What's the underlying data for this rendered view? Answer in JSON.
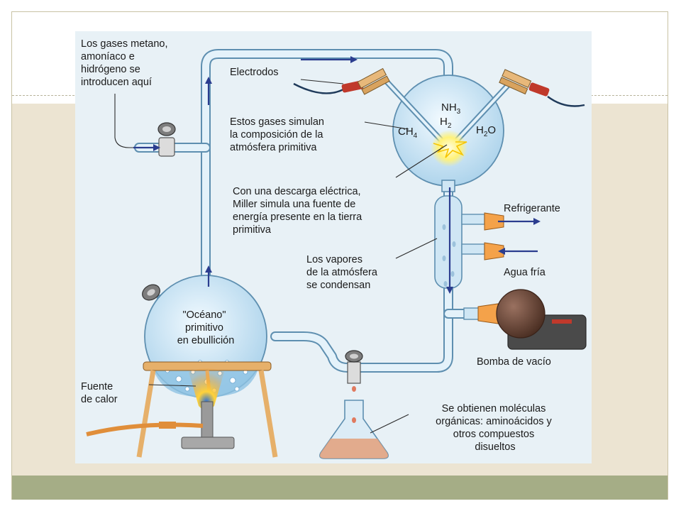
{
  "labels": {
    "gases_inlet": [
      "Los gases metano,",
      "amoníaco e",
      "hidrógeno se",
      "introducen aquí"
    ],
    "electrodes": "Electrodos",
    "gases_simulate": [
      "Estos gases simulan",
      "la composición de la",
      "atmósfera primitiva"
    ],
    "discharge": [
      "Con una descarga eléctrica,",
      "Miller simula una fuente de",
      "energía presente en la tierra",
      "primitiva"
    ],
    "coolant": "Refrigerante",
    "cold_water": "Agua fría",
    "vapors": [
      "Los vapores",
      "de la atmósfera",
      "se condensan"
    ],
    "vacuum_pump": "Bomba de vacío",
    "ocean": [
      "\"Océano\"",
      "primitivo",
      "en ebullición"
    ],
    "heat_source": [
      "Fuente",
      "de calor"
    ],
    "products": [
      "Se obtienen moléculas",
      "orgánicas: aminoácidos y",
      "otros compuestos",
      "disueltos"
    ]
  },
  "molecules": {
    "nh3": {
      "base": "NH",
      "sub": "3"
    },
    "h2": {
      "base": "H",
      "sub": "2"
    },
    "ch4": {
      "base": "CH",
      "sub": "4"
    },
    "h2o": {
      "base": "H",
      "sub": "2",
      "tail": "O"
    }
  },
  "colors": {
    "glass": "#cfe6f4",
    "glass_edge": "#5e8fb0",
    "arrow": "#2b3d8f",
    "flame": "#f7941d",
    "pump": "#6b4a3a",
    "footer": "#a5ad86",
    "band": "#ece4d2"
  }
}
